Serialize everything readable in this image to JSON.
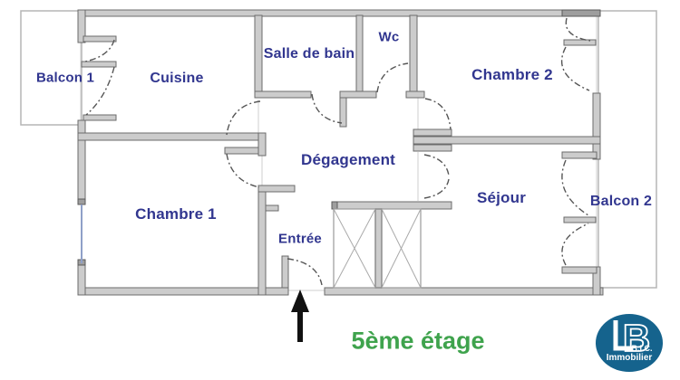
{
  "rooms": {
    "balcon1": "Balcon 1",
    "cuisine": "Cuisine",
    "salle_de_bain": "Salle de bain",
    "wc": "Wc",
    "chambre2": "Chambre 2",
    "degagement": "Dégagement",
    "chambre1": "Chambre 1",
    "sejour": "Séjour",
    "balcon2": "Balcon 2",
    "entree": "Entrée"
  },
  "annotations": {
    "floor_label": "5ème étage"
  },
  "logo": {
    "monogram": "B",
    "company": "B.I.C.",
    "sector": "Immobilier"
  },
  "colors": {
    "room_label": "#31368f",
    "floor_label": "#3fa34d",
    "logo_blue": "#15638d",
    "wall_fill": "#cccccc",
    "wall_edge": "#6b6b6b",
    "door_arc": "#555555",
    "window": "#8fa0c8",
    "balcony_outline": "#b5b5b5",
    "entrance_arrow": "#111111"
  }
}
